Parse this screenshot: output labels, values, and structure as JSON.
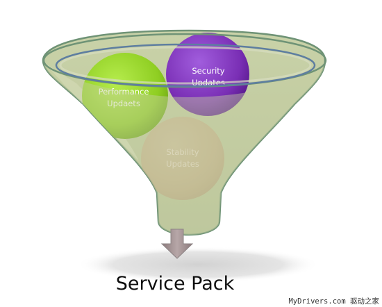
{
  "diagram": {
    "balls": [
      {
        "id": "performance",
        "line1": "Performance",
        "line2": "Updaets",
        "color": "#8fce22"
      },
      {
        "id": "security",
        "line1": "Security",
        "line2": "Updates",
        "color": "#7a2fb5"
      },
      {
        "id": "stability",
        "line1": "Stability",
        "line2": "Updates",
        "color": "#c99b7a"
      }
    ],
    "output_label": "Service Pack",
    "funnel_color": "#c6cfa2",
    "funnel_border": "#7a9a78",
    "arrow_color": "#a08f90"
  },
  "watermark": "MyDrivers.com 驱动之家"
}
